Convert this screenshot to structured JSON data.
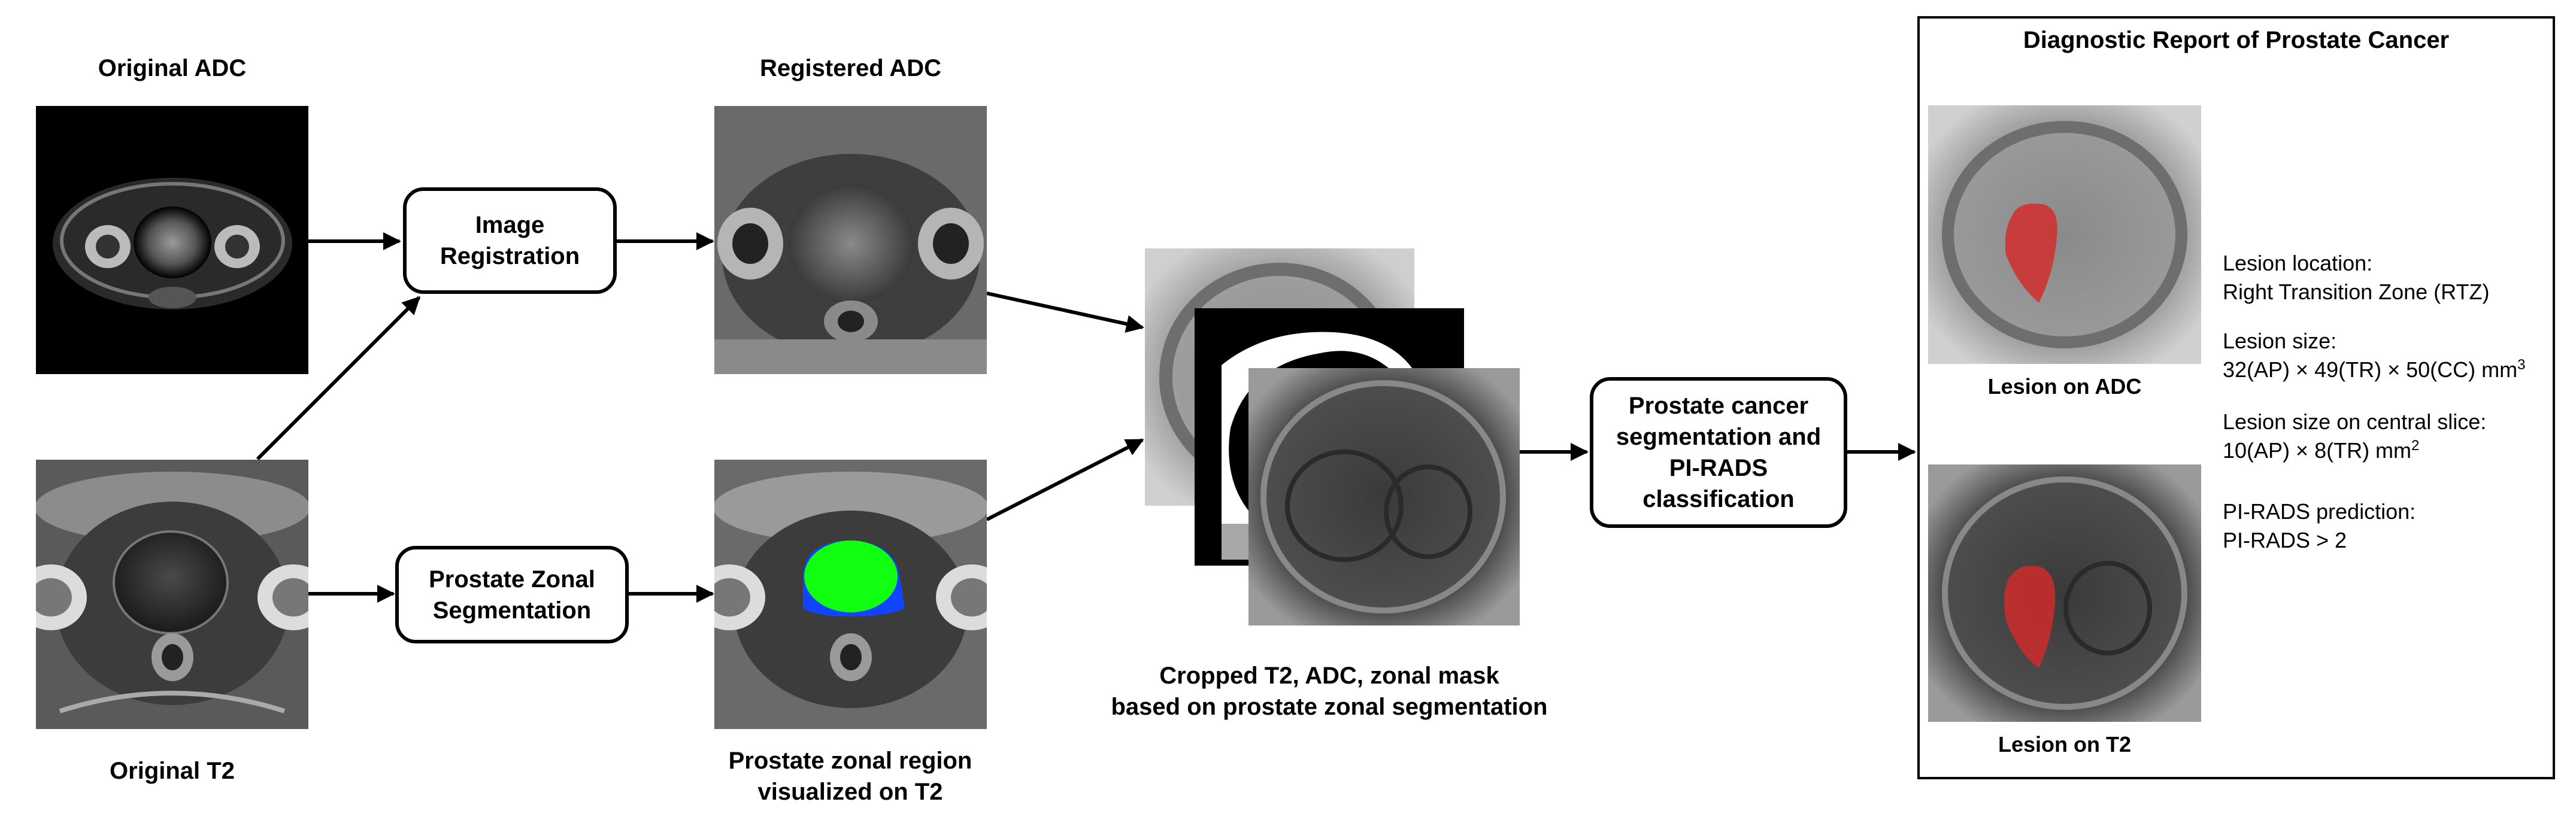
{
  "labels": {
    "original_adc": "Original ADC",
    "original_t2": "Original T2",
    "registered_adc": "Registered ADC",
    "zonal_region_line1": "Prostate zonal region",
    "zonal_region_line2": "visualized on T2",
    "cropped_line1": "Cropped T2, ADC, zonal mask",
    "cropped_line2": "based on prostate zonal segmentation"
  },
  "boxes": {
    "registration_line1": "Image",
    "registration_line2": "Registration",
    "zonal_seg_line1": "Prostate Zonal",
    "zonal_seg_line2": "Segmentation",
    "cancer_seg_line1": "Prostate cancer",
    "cancer_seg_line2": "segmentation and",
    "cancer_seg_line3": "PI-RADS",
    "cancer_seg_line4": "classification"
  },
  "report": {
    "title": "Diagnostic Report of Prostate Cancer",
    "lesion_adc_caption": "Lesion on ADC",
    "lesion_t2_caption": "Lesion on T2",
    "location_label": "Lesion location:",
    "location_value": "Right Transition Zone (RTZ)",
    "size_label": "Lesion size:",
    "size_value": "32(AP) × 49(TR) × 50(CC) mm",
    "size_unit_exp": "3",
    "central_label": "Lesion size on central slice:",
    "central_value": "10(AP) × 8(TR) mm",
    "central_unit_exp": "2",
    "pirads_label": "PI-RADS prediction:",
    "pirads_value": "PI-RADS > 2"
  },
  "colors": {
    "zone_green": "#11ff11",
    "zone_blue": "#1144ff",
    "lesion_red": "#d42a2a"
  }
}
